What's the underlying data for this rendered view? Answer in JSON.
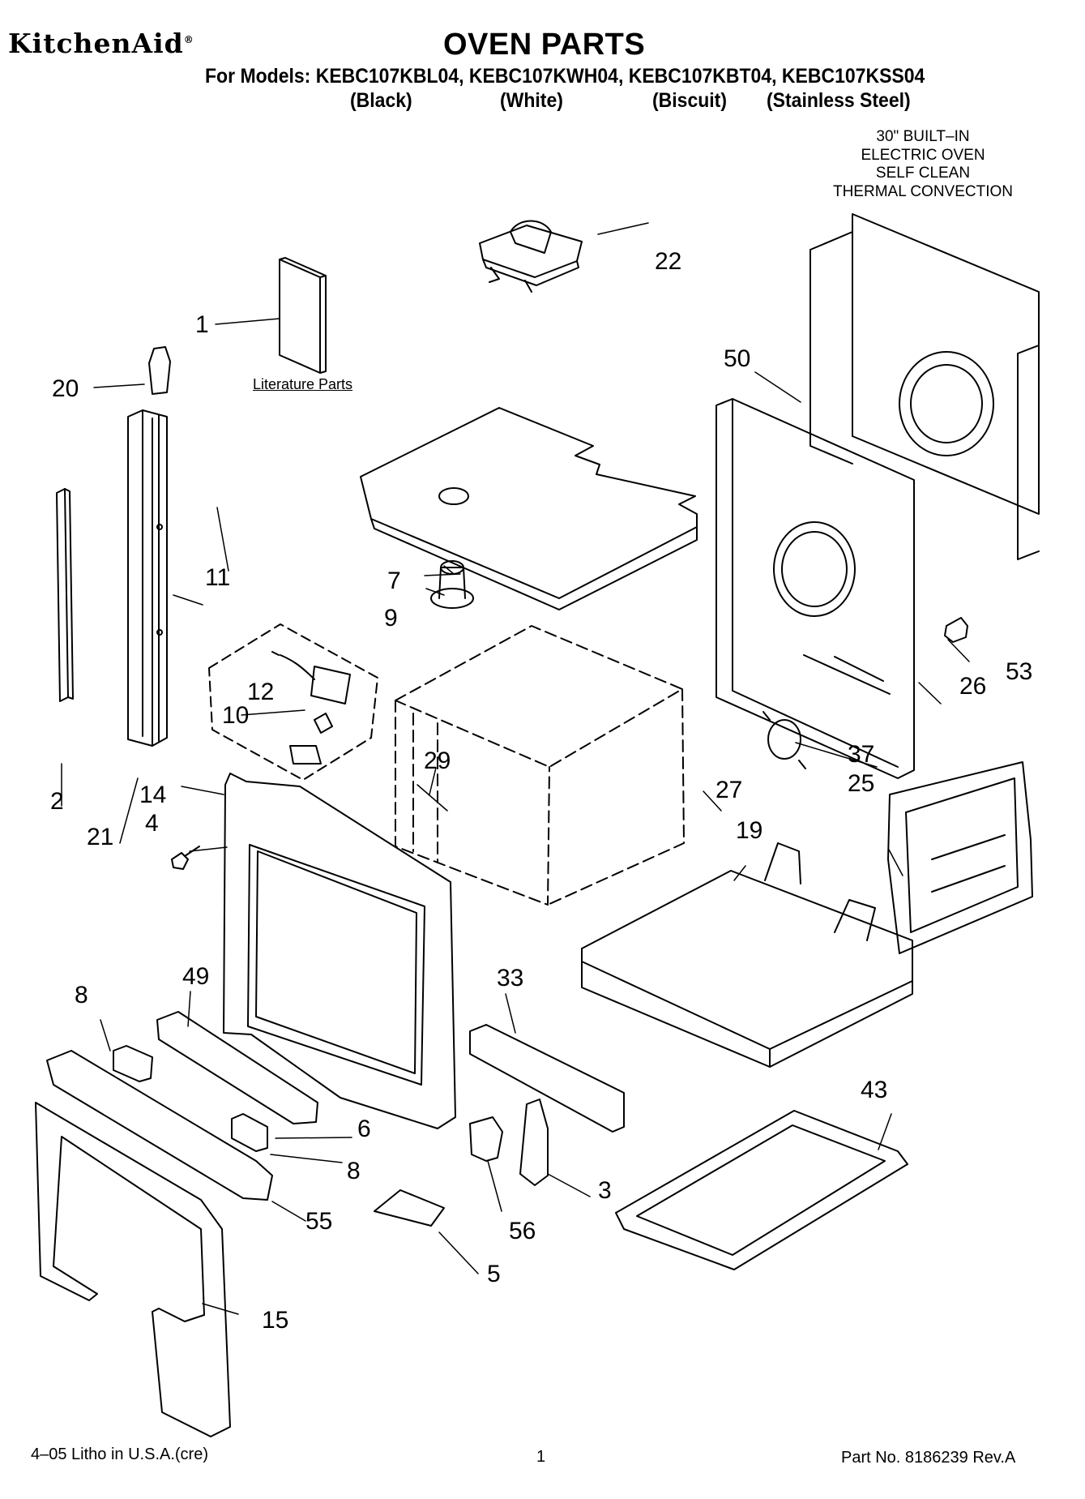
{
  "header": {
    "brand": "KitchenAid",
    "trademark": "®",
    "title": "OVEN PARTS",
    "models_line": "For Models: KEBC107KBL04, KEBC107KWH04, KEBC107KBT04, KEBC107KSS04",
    "colors": [
      "(Black)",
      "(White)",
      "(Biscuit)",
      "(Stainless Steel)"
    ]
  },
  "oven_description": [
    "30\" BUILT–IN",
    "ELECTRIC OVEN",
    "SELF CLEAN",
    "THERMAL CONVECTION"
  ],
  "literature_label": "Literature Parts",
  "callouts": [
    "1",
    "2",
    "3",
    "4",
    "5",
    "6",
    "7",
    "8",
    "8",
    "9",
    "10",
    "11",
    "12",
    "14",
    "15",
    "19",
    "20",
    "21",
    "22",
    "25",
    "26",
    "27",
    "29",
    "33",
    "37",
    "43",
    "49",
    "50",
    "53",
    "55",
    "56"
  ],
  "footer": {
    "litho": "4–05 Litho in U.S.A.(cre)",
    "page": "1",
    "part_no": "Part No. 8186239 Rev.A"
  },
  "colors": {
    "line": "#000000",
    "background": "#ffffff"
  }
}
